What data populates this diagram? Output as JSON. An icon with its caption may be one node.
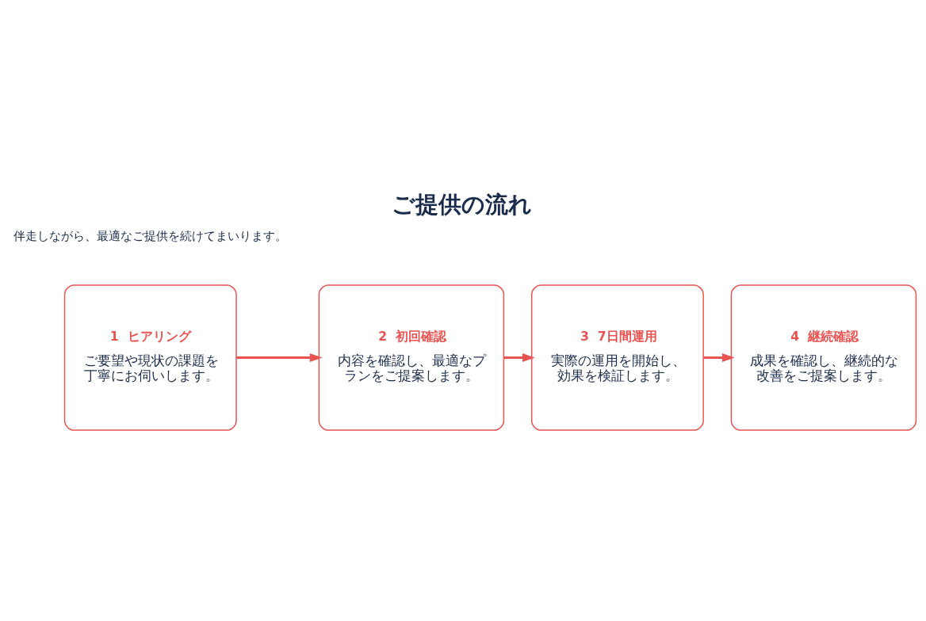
{
  "diagram": {
    "title": "ご提供の流れ",
    "nodes": [
      {
        "text": [
          "1",
          "ヒアリング",
          "ご要望や現状の課題を丁寧にお伺いします。"
        ]
      },
      {
        "text": [
          "2",
          "初回確認",
          "内容を確認し、最適なプランをご提案します。"
        ]
      },
      {
        "text": [
          "3",
          "7日間運用",
          "実際の運用を開始し、効果を検証します。"
        ]
      },
      {
        "text": [
          "4",
          "継続確認",
          "成果を確認し、継続的な改善をご提案します。"
        ]
      }
    ],
    "edges": [
      {
        "from": 0,
        "to": 1,
        "arrow": "to"
      },
      {
        "from": 1,
        "to": 2,
        "arrow": "to"
      },
      {
        "from": 2,
        "to": 3,
        "arrow": "to"
      }
    ],
    "labels": [
      "伴走しながら、最適なご提供を続けてまいります。"
    ]
  }
}
